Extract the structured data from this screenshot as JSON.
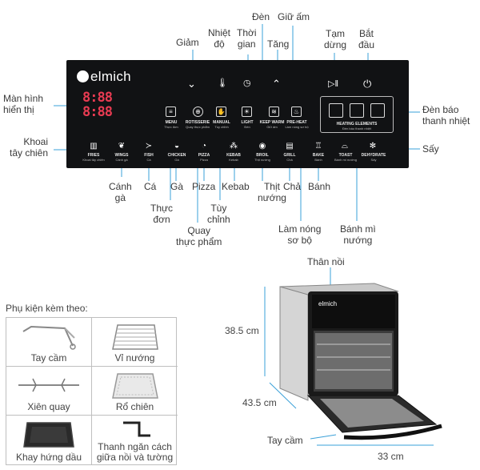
{
  "panel": {
    "brand": "elmich",
    "display_digits": [
      "8:88",
      "8:88"
    ],
    "buttons": [
      {
        "name": "MENU",
        "sub": "Thực đơn"
      },
      {
        "name": "ROTISSERIE",
        "sub": "Quay thực phẩm"
      },
      {
        "name": "MANUAL",
        "sub": "Tùy chỉnh"
      },
      {
        "name": "LIGHT",
        "sub": "Đèn"
      },
      {
        "name": "KEEP WARM",
        "sub": "Giữ ấm"
      },
      {
        "name": "PRE-HEAT",
        "sub": "Làm nóng sơ bộ"
      }
    ],
    "programs": [
      {
        "name": "FRIES",
        "sub": "Khoai tây chiên"
      },
      {
        "name": "WINGS",
        "sub": "Cánh gà"
      },
      {
        "name": "FISH",
        "sub": "Cá"
      },
      {
        "name": "CHICKEN",
        "sub": "Gà"
      },
      {
        "name": "PIZZA",
        "sub": "Pizza"
      },
      {
        "name": "KEBAB",
        "sub": "Kebab"
      },
      {
        "name": "BROIL",
        "sub": "Thịt nướng"
      },
      {
        "name": "GRILL",
        "sub": "Chả"
      },
      {
        "name": "BAKE",
        "sub": "Bánh"
      },
      {
        "name": "TOAST",
        "sub": "Bánh mì nướng"
      },
      {
        "name": "DEHYDRATE",
        "sub": "Sấy"
      }
    ],
    "heating_elements": {
      "name": "HEATING ELEMENTS",
      "sub": "Đèn báo thanh nhiệt"
    }
  },
  "callouts": {
    "display": [
      "Màn hình",
      "hiển thị"
    ],
    "fries": [
      "Khoai",
      "tây chiên"
    ],
    "decrease": "Giảm",
    "temperature": [
      "Nhiệt",
      "độ"
    ],
    "time": [
      "Thời",
      "gian"
    ],
    "light": "Đèn",
    "increase": "Tăng",
    "keep_warm": "Giữ ấm",
    "pause": [
      "Tạm",
      "dừng"
    ],
    "start": [
      "Bắt",
      "đầu"
    ],
    "heat_lamp": [
      "Đèn báo",
      "thanh nhiệt"
    ],
    "dehydrate": "Sấy",
    "wings": [
      "Cánh",
      "gà"
    ],
    "fish": "Cá",
    "chicken": "Gà",
    "pizza": "Pizza",
    "kebab": "Kebab",
    "broil": [
      "Thịt",
      "nướng"
    ],
    "grill": "Chả",
    "bake": "Bánh",
    "menu": [
      "Thực",
      "đơn"
    ],
    "manual": [
      "Tùy",
      "chỉnh"
    ],
    "rotisserie": [
      "Quay",
      "thực phẩm"
    ],
    "preheat": [
      "Làm nóng",
      "sơ bộ"
    ],
    "toast": [
      "Bánh mì",
      "nướng"
    ]
  },
  "accessories": {
    "title": "Phụ kiện kèm theo:",
    "items": [
      "Tay cầm",
      "Vỉ nướng",
      "Xiên quay",
      "Rổ chiên",
      "Khay hứng dầu",
      [
        "Thanh ngăn cách",
        "giữa nồi và tường"
      ]
    ]
  },
  "oven": {
    "body_label": "Thân nồi",
    "handle_label": "Tay cầm",
    "height": "38.5 cm",
    "depth": "43.5 cm",
    "width": "33 cm"
  }
}
